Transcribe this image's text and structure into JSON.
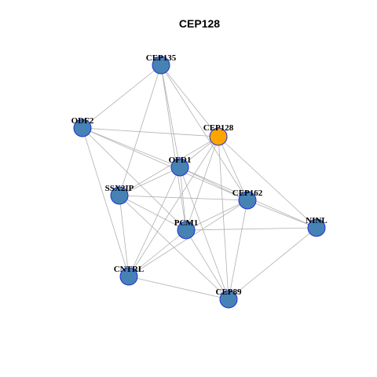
{
  "title": "CEP128",
  "colors": {
    "node_fill": "#4682B4",
    "node_border": "#1f2fd6",
    "focus_fill": "#FFA500",
    "edge": "#b0b0b0"
  },
  "nodes": [
    {
      "id": "CEP135",
      "label": "CEP135",
      "focus": false
    },
    {
      "id": "ODF2",
      "label": "ODF2",
      "focus": false
    },
    {
      "id": "CEP128",
      "label": "CEP128",
      "focus": true
    },
    {
      "id": "OFD1",
      "label": "OFD1",
      "focus": false
    },
    {
      "id": "SSX2IP",
      "label": "SSX2IP",
      "focus": false
    },
    {
      "id": "CEP162",
      "label": "CEP162",
      "focus": false
    },
    {
      "id": "NINL",
      "label": "NINL",
      "focus": false
    },
    {
      "id": "PCM1",
      "label": "PCM1",
      "focus": false
    },
    {
      "id": "CNTRL",
      "label": "CNTRL",
      "focus": false
    },
    {
      "id": "CEP89",
      "label": "CEP89",
      "focus": false
    }
  ],
  "edges": [
    [
      "CEP135",
      "ODF2"
    ],
    [
      "CEP135",
      "CEP128"
    ],
    [
      "CEP135",
      "OFD1"
    ],
    [
      "CEP135",
      "SSX2IP"
    ],
    [
      "CEP135",
      "CEP162"
    ],
    [
      "CEP135",
      "PCM1"
    ],
    [
      "ODF2",
      "CEP128"
    ],
    [
      "ODF2",
      "OFD1"
    ],
    [
      "ODF2",
      "CEP162"
    ],
    [
      "ODF2",
      "PCM1"
    ],
    [
      "ODF2",
      "CNTRL"
    ],
    [
      "CEP128",
      "OFD1"
    ],
    [
      "CEP128",
      "SSX2IP"
    ],
    [
      "CEP128",
      "CEP162"
    ],
    [
      "CEP128",
      "PCM1"
    ],
    [
      "CEP128",
      "NINL"
    ],
    [
      "CEP128",
      "CEP89"
    ],
    [
      "CEP128",
      "CNTRL"
    ],
    [
      "OFD1",
      "SSX2IP"
    ],
    [
      "OFD1",
      "CEP162"
    ],
    [
      "OFD1",
      "PCM1"
    ],
    [
      "OFD1",
      "NINL"
    ],
    [
      "OFD1",
      "CNTRL"
    ],
    [
      "OFD1",
      "CEP89"
    ],
    [
      "SSX2IP",
      "CEP162"
    ],
    [
      "SSX2IP",
      "PCM1"
    ],
    [
      "SSX2IP",
      "CNTRL"
    ],
    [
      "SSX2IP",
      "CEP89"
    ],
    [
      "CEP162",
      "PCM1"
    ],
    [
      "CEP162",
      "NINL"
    ],
    [
      "CEP162",
      "CNTRL"
    ],
    [
      "CEP162",
      "CEP89"
    ],
    [
      "PCM1",
      "NINL"
    ],
    [
      "PCM1",
      "CNTRL"
    ],
    [
      "PCM1",
      "CEP89"
    ],
    [
      "NINL",
      "CEP89"
    ],
    [
      "CNTRL",
      "CEP89"
    ]
  ]
}
